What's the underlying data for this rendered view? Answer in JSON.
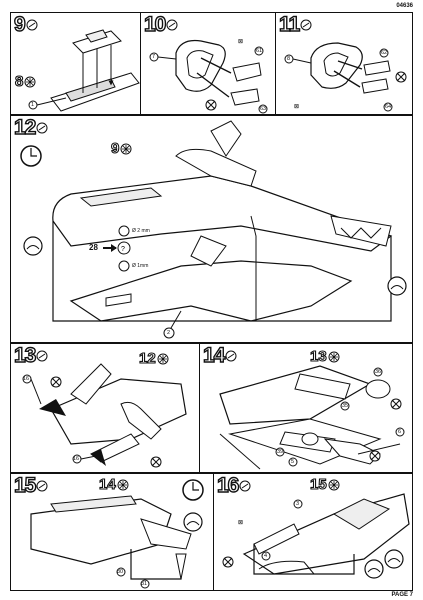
{
  "page": {
    "code": "04636",
    "footer": "PAGE 7"
  },
  "steps": [
    {
      "number": "9",
      "paint": "8",
      "callouts": [
        "1"
      ]
    },
    {
      "number": "10",
      "callouts": [
        "7",
        "61",
        "63"
      ]
    },
    {
      "number": "11",
      "callouts": [
        "8",
        "62",
        "64"
      ]
    },
    {
      "number": "12",
      "paint": "9",
      "callouts": [
        "2"
      ],
      "subref": "28",
      "dims": [
        "Ø 2 mm",
        "Ø 1mm"
      ]
    },
    {
      "number": "13",
      "paint": "12",
      "callouts": [
        "16",
        "16"
      ]
    },
    {
      "number": "14",
      "paint": "13",
      "callouts": [
        "36",
        "35",
        "6",
        "39",
        "5"
      ]
    },
    {
      "number": "15",
      "paint": "14",
      "callouts": [
        "30",
        "31"
      ]
    },
    {
      "number": "16",
      "paint": "15",
      "callouts": [
        "3",
        "4"
      ]
    }
  ]
}
